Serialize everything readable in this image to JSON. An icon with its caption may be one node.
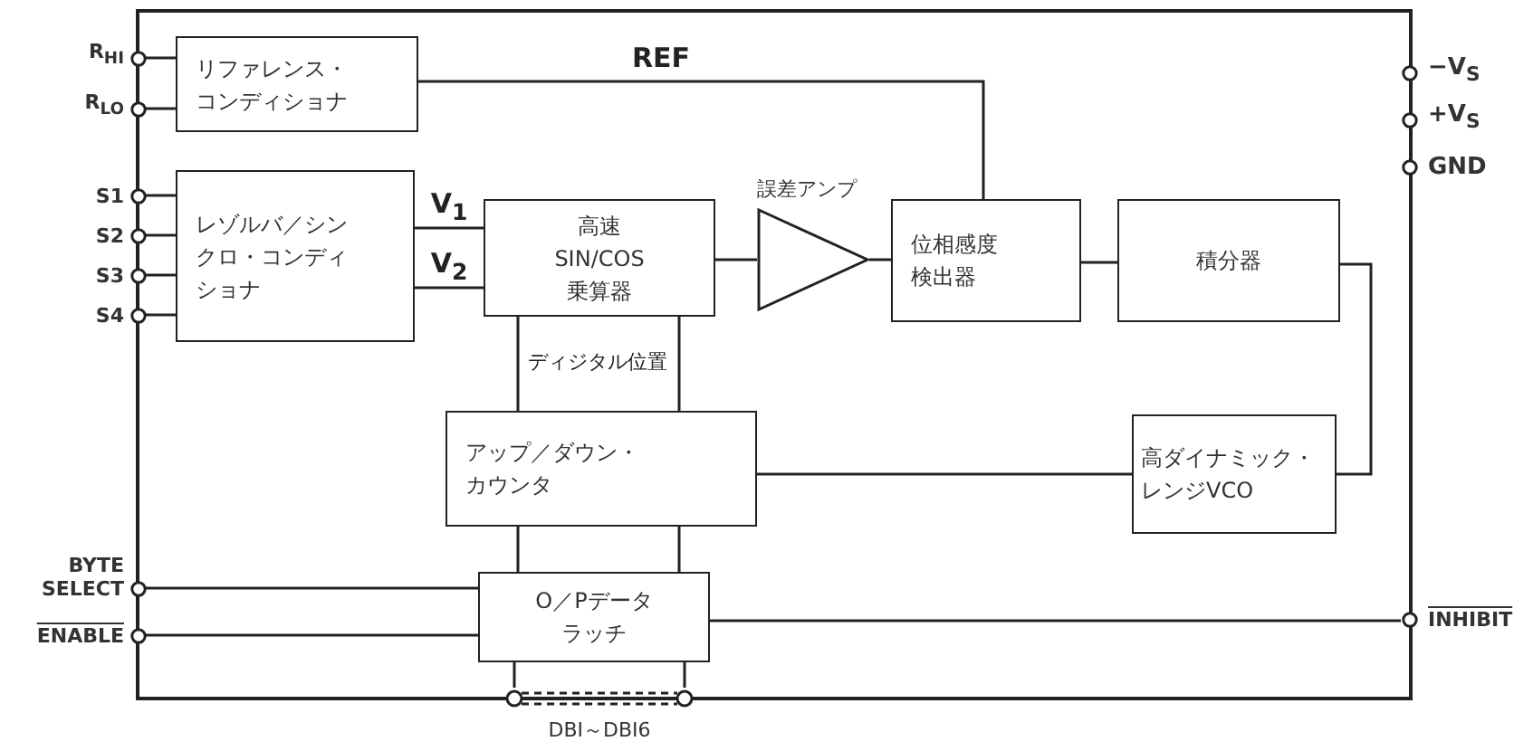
{
  "diagram": {
    "nodes": [
      {
        "text": [],
        "shape": "box"
      },
      {
        "text": [
          "R$_{HI}$"
        ]
      },
      {
        "text": [
          "R$_{LO}$"
        ]
      },
      {
        "text": [
          "S1"
        ]
      },
      {
        "text": [
          "S2"
        ]
      },
      {
        "text": [
          "S3"
        ]
      },
      {
        "text": [
          "S4"
        ]
      },
      {
        "text": [
          "BYTE SELECT"
        ]
      },
      {
        "text": [
          "ENABLE"
        ]
      },
      {
        "text": [
          "−V$_{S}$"
        ]
      },
      {
        "text": [
          "+V$_{S}$"
        ]
      },
      {
        "text": [
          "GND"
        ]
      },
      {
        "text": [
          "INHIBIT"
        ]
      },
      {
        "text": [
          "DBI～DBI6"
        ]
      },
      {
        "text": [
          "リファレンス・コンディショナ"
        ],
        "in": 0
      },
      {
        "text": [
          "レゾルバ／シンクロ・コンディショナ"
        ],
        "in": 0
      },
      {
        "text": [
          "高速 SIN/COS 乗算器"
        ],
        "in": 0
      },
      {
        "text": [
          "誤差アンプ"
        ],
        "in": 0
      },
      {
        "text": [
          "位相感度検出器"
        ],
        "in": 0
      },
      {
        "text": [
          "積分器"
        ],
        "in": 0
      },
      {
        "text": [
          "アップ／ダウン・カウンタ"
        ],
        "in": 0
      },
      {
        "text": [
          "高ダイナミック・レンジVCO"
        ],
        "in": 0
      },
      {
        "text": [
          "O／Pデータラッチ"
        ],
        "in": 0
      }
    ],
    "edges": [
      {
        "from": 1,
        "to": 14,
        "arrow": "none"
      },
      {
        "from": 2,
        "to": 14,
        "arrow": "none"
      },
      {
        "from": 3,
        "to": 15,
        "arrow": "none"
      },
      {
        "from": 4,
        "to": 15,
        "arrow": "none"
      },
      {
        "from": 5,
        "to": 15,
        "arrow": "none"
      },
      {
        "from": 6,
        "to": 15,
        "arrow": "none"
      },
      {
        "from": 14,
        "to": 18,
        "arrow": "none",
        "label": "REF"
      },
      {
        "from": 15,
        "to": 16,
        "arrow": "none",
        "label": "V$_{1}$"
      },
      {
        "from": 15,
        "to": 16,
        "arrow": "none",
        "label": "V$_{2}$"
      },
      {
        "from": 16,
        "to": 17,
        "arrow": "none"
      },
      {
        "from": 17,
        "to": 18,
        "arrow": "none"
      },
      {
        "from": 18,
        "to": 19,
        "arrow": "none"
      },
      {
        "from": 19,
        "to": 21,
        "arrow": "none"
      },
      {
        "from": 21,
        "to": 20,
        "arrow": "none"
      },
      {
        "from": 20,
        "to": 16,
        "arrow": "none",
        "label": "ディジタル位置"
      },
      {
        "from": 20,
        "to": 22,
        "arrow": "none"
      },
      {
        "from": 7,
        "to": 22,
        "arrow": "none"
      },
      {
        "from": 8,
        "to": 22,
        "arrow": "none"
      },
      {
        "from": 12,
        "to": 22,
        "arrow": "none"
      },
      {
        "from": 22,
        "to": 13,
        "arrow": "none"
      }
    ]
  }
}
